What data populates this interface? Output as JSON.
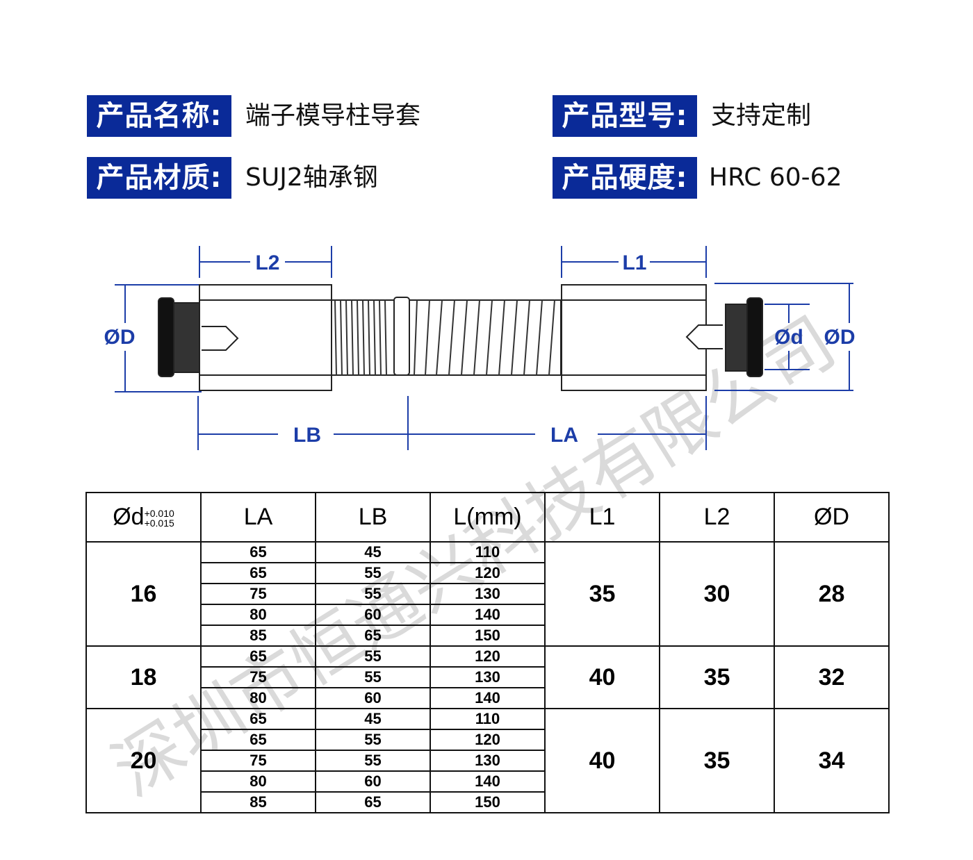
{
  "specs": {
    "name_label": "产品名称:",
    "name_value": "端子模导柱导套",
    "model_label": "产品型号:",
    "model_value": "支持定制",
    "material_label": "产品材质:",
    "material_value": "SUJ2轴承钢",
    "hardness_label": "产品硬度:",
    "hardness_value": "HRC 60-62"
  },
  "diagram": {
    "L2": "L2",
    "L1": "L1",
    "D_left": "ØD",
    "d": "Ød",
    "D_right": "ØD",
    "LB": "LB",
    "LA": "LA"
  },
  "table": {
    "headers": {
      "d": "Ød",
      "tol_upper": "+0.010",
      "tol_lower": "+0.015",
      "LA": "LA",
      "LB": "LB",
      "L": "L(mm)",
      "L1": "L1",
      "L2": "L2",
      "D": "ØD"
    },
    "groups": [
      {
        "d": "16",
        "L1": "35",
        "L2": "30",
        "D": "28",
        "rows": [
          [
            "65",
            "45",
            "110"
          ],
          [
            "65",
            "55",
            "120"
          ],
          [
            "75",
            "55",
            "130"
          ],
          [
            "80",
            "60",
            "140"
          ],
          [
            "85",
            "65",
            "150"
          ]
        ]
      },
      {
        "d": "18",
        "L1": "40",
        "L2": "35",
        "D": "32",
        "rows": [
          [
            "65",
            "55",
            "120"
          ],
          [
            "75",
            "55",
            "130"
          ],
          [
            "80",
            "60",
            "140"
          ]
        ]
      },
      {
        "d": "20",
        "L1": "40",
        "L2": "35",
        "D": "34",
        "rows": [
          [
            "65",
            "45",
            "110"
          ],
          [
            "65",
            "55",
            "120"
          ],
          [
            "75",
            "55",
            "130"
          ],
          [
            "80",
            "60",
            "140"
          ],
          [
            "85",
            "65",
            "150"
          ]
        ]
      }
    ]
  },
  "watermark": "深圳市恒通兴科技有限公司",
  "colors": {
    "label_bg": "#0a2a98",
    "dimension": "#1c3da8"
  }
}
